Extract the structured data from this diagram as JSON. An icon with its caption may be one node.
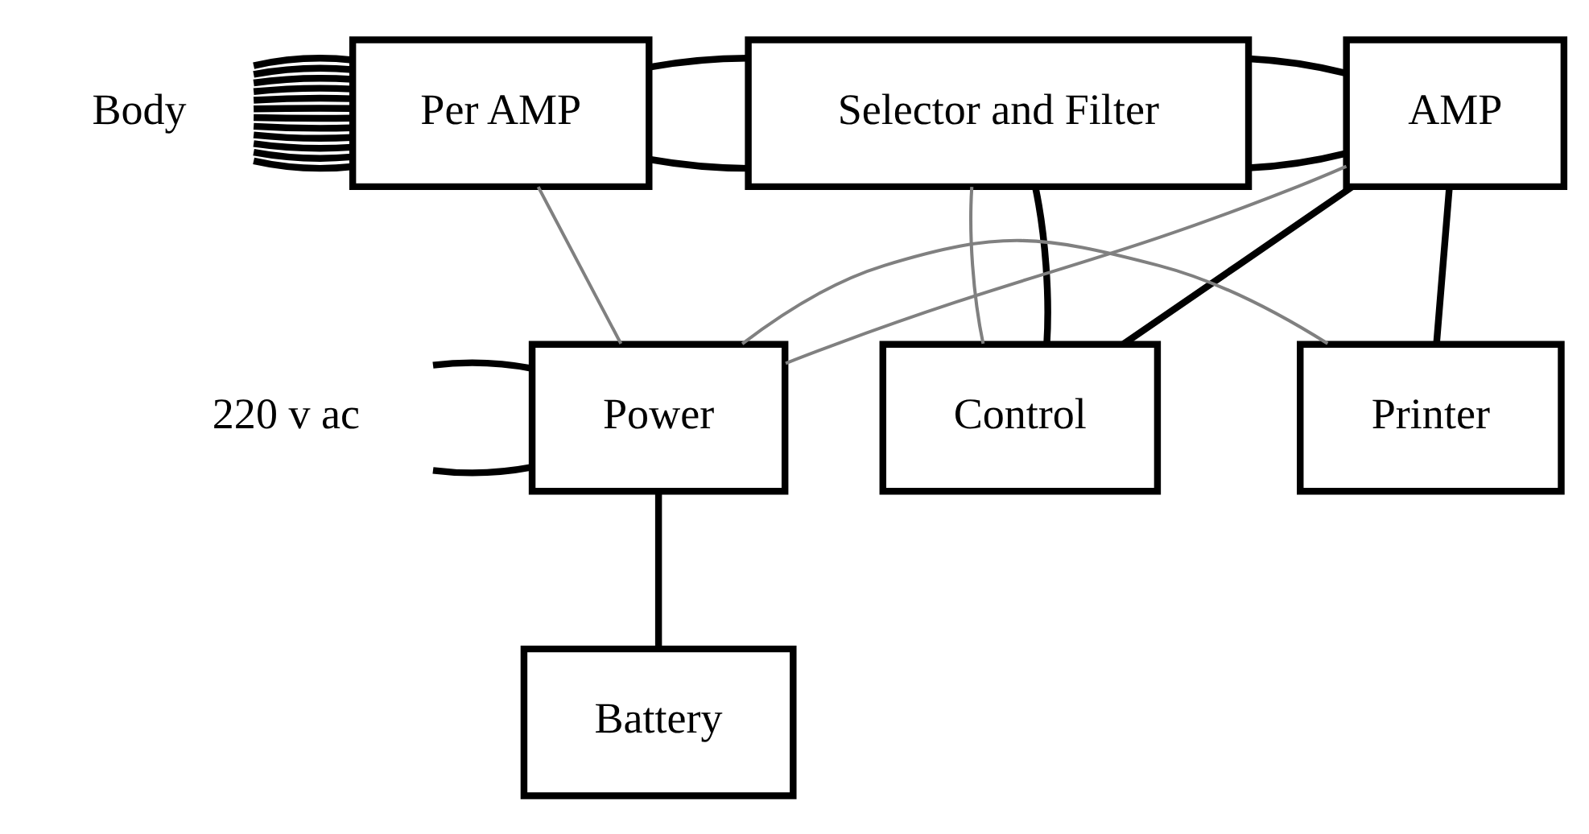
{
  "diagram": {
    "nodes": [
      {
        "text": [
          "Body"
        ]
      },
      {
        "text": [
          "Per AMP"
        ]
      },
      {
        "text": [
          "Selector and Filter"
        ]
      },
      {
        "text": [
          "AMP"
        ]
      },
      {
        "text": [
          "220 v ac"
        ]
      },
      {
        "text": [
          "Power"
        ]
      },
      {
        "text": [
          "Battery"
        ]
      },
      {
        "text": [
          "Control"
        ]
      },
      {
        "text": [
          "Printer"
        ]
      }
    ],
    "edges": [
      {
        "from": 0,
        "to": 1,
        "arrow": "none"
      },
      {
        "from": 0,
        "to": 1,
        "arrow": "none"
      },
      {
        "from": 0,
        "to": 1,
        "arrow": "none"
      },
      {
        "from": 0,
        "to": 1,
        "arrow": "none"
      },
      {
        "from": 0,
        "to": 1,
        "arrow": "none"
      },
      {
        "from": 0,
        "to": 1,
        "arrow": "none"
      },
      {
        "from": 0,
        "to": 1,
        "arrow": "none"
      },
      {
        "from": 0,
        "to": 1,
        "arrow": "none"
      },
      {
        "from": 0,
        "to": 1,
        "arrow": "none"
      },
      {
        "from": 0,
        "to": 1,
        "arrow": "none"
      },
      {
        "from": 0,
        "to": 1,
        "arrow": "none"
      },
      {
        "from": 0,
        "to": 1,
        "arrow": "none"
      },
      {
        "from": 1,
        "to": 2,
        "arrow": "none"
      },
      {
        "from": 1,
        "to": 2,
        "arrow": "none"
      },
      {
        "from": 2,
        "to": 3,
        "arrow": "none"
      },
      {
        "from": 2,
        "to": 3,
        "arrow": "none"
      },
      {
        "from": 2,
        "to": 7,
        "arrow": "none",
        "color": "#808080"
      },
      {
        "from": 2,
        "to": 7,
        "arrow": "none"
      },
      {
        "from": 3,
        "to": 7,
        "arrow": "none"
      },
      {
        "from": 3,
        "to": 8,
        "arrow": "none"
      },
      {
        "from": 5,
        "to": 1,
        "arrow": "none",
        "color": "#808080"
      },
      {
        "from": 5,
        "to": 3,
        "arrow": "none",
        "color": "#808080"
      },
      {
        "from": 5,
        "to": 8,
        "arrow": "none",
        "color": "#808080"
      },
      {
        "from": 4,
        "to": 5,
        "arrow": "none"
      },
      {
        "from": 4,
        "to": 5,
        "arrow": "none"
      },
      {
        "from": 5,
        "to": 6,
        "arrow": "none"
      }
    ]
  }
}
